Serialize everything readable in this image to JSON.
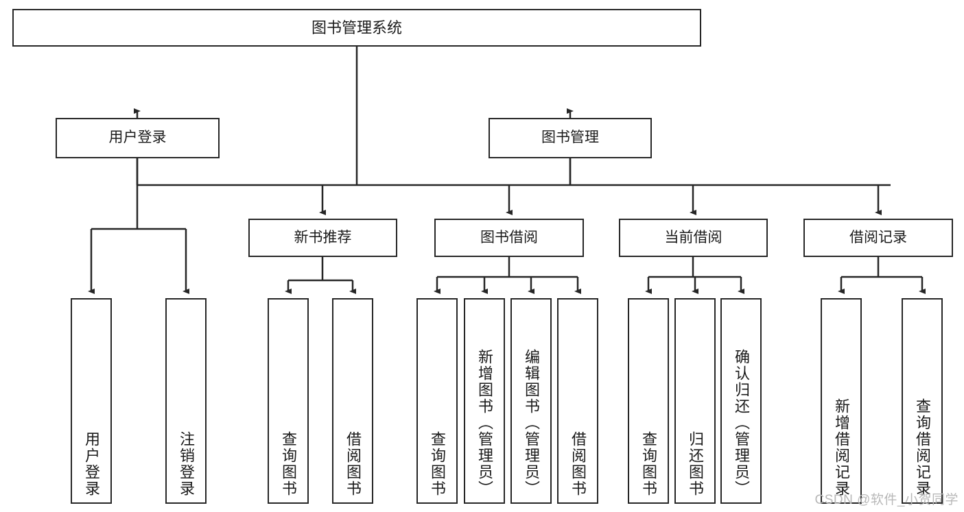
{
  "diagram": {
    "type": "tree-hierarchy",
    "title": "图书管理系统",
    "watermark": "CSDN @软件_小贺同学",
    "colors": {
      "box_border": "#262626",
      "box_fill": "#ffffff",
      "edge": "#262626",
      "text": "#1a1a1a",
      "watermark": "#b8b8b8"
    },
    "nodes": {
      "root": {
        "label": "图书管理系统"
      },
      "level2": [
        {
          "id": "user-login",
          "label": "用户登录"
        },
        {
          "id": "book-management",
          "label": "图书管理"
        }
      ],
      "level3": [
        {
          "id": "new-book-recommend",
          "label": "新书推荐"
        },
        {
          "id": "book-borrow",
          "label": "图书借阅"
        },
        {
          "id": "current-borrow",
          "label": "当前借阅"
        },
        {
          "id": "borrow-record",
          "label": "借阅记录"
        }
      ],
      "leaves": {
        "user_login": [
          {
            "id": "leaf-user-login",
            "label": "用户登录"
          },
          {
            "id": "leaf-logout",
            "label": "注销登录"
          }
        ],
        "new_book_recommend": [
          {
            "id": "leaf-query-books-1",
            "label": "查询图书"
          },
          {
            "id": "leaf-borrow-books-1",
            "label": "借阅图书"
          }
        ],
        "book_borrow": [
          {
            "id": "leaf-query-books-2",
            "label": "查询图书"
          },
          {
            "id": "leaf-add-book",
            "label": "新增图书（管理员）"
          },
          {
            "id": "leaf-edit-book",
            "label": "编辑图书（管理员）"
          },
          {
            "id": "leaf-borrow-books-2",
            "label": "借阅图书"
          }
        ],
        "current_borrow": [
          {
            "id": "leaf-query-books-3",
            "label": "查询图书"
          },
          {
            "id": "leaf-return-book",
            "label": "归还图书"
          },
          {
            "id": "leaf-confirm-return",
            "label": "确认归还（管理员）"
          }
        ],
        "borrow_record": [
          {
            "id": "leaf-add-record",
            "label": "新增借阅记录"
          },
          {
            "id": "leaf-query-record",
            "label": "查询借阅记录"
          }
        ]
      }
    }
  }
}
